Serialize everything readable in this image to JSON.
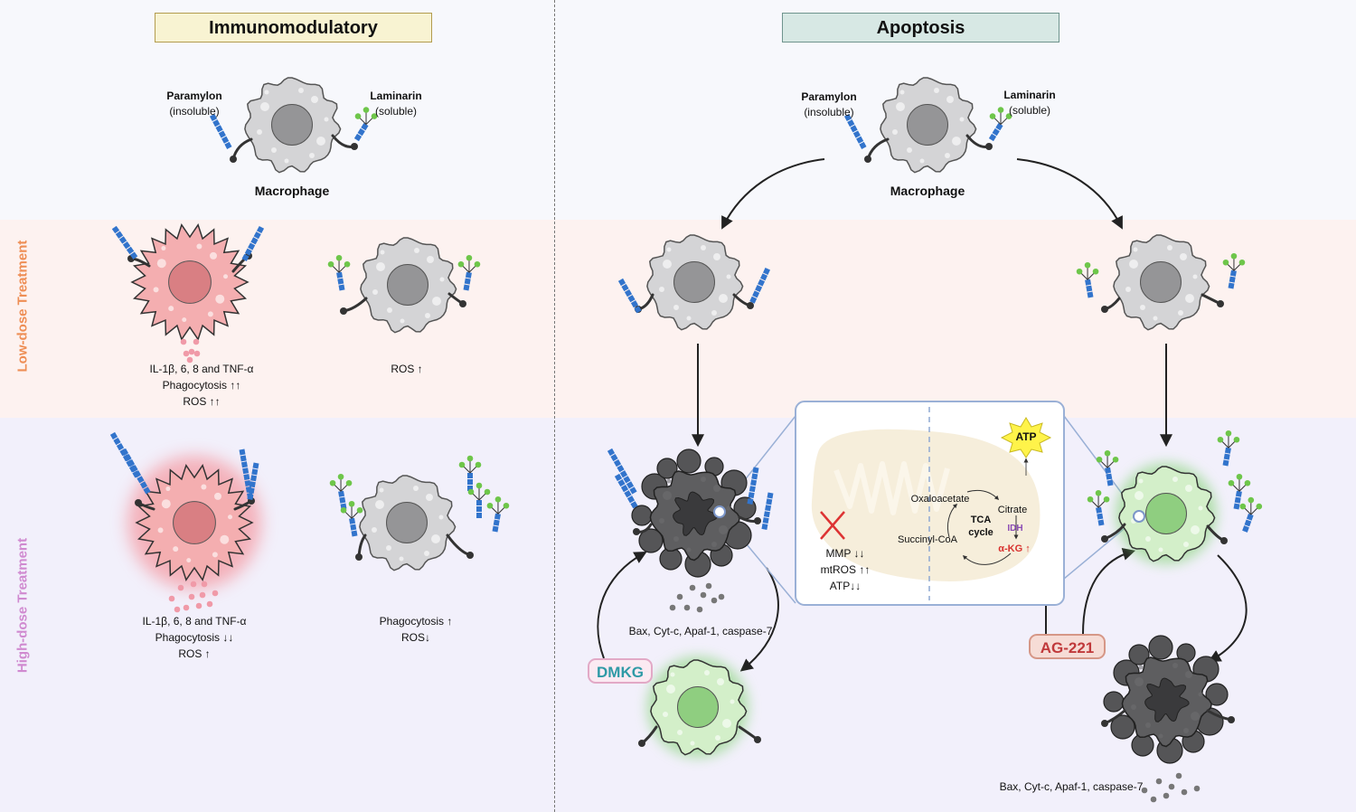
{
  "sections": {
    "immunomodulatory": "Immunomodulatory",
    "apoptosis": "Apoptosis"
  },
  "rows": {
    "low": "Low-dose Treatment",
    "high": "High-dose Treatment"
  },
  "top_left": {
    "paramylon": "Paramylon",
    "paramylon_sub": "(insoluble)",
    "laminarin": "Laminarin",
    "laminarin_sub": "(soluble)",
    "macrophage": "Macrophage"
  },
  "top_right": {
    "paramylon": "Paramylon",
    "paramylon_sub": "(insoluble)",
    "laminarin": "Laminarin",
    "laminarin_sub": "(soluble)",
    "macrophage": "Macrophage"
  },
  "low_dose": {
    "paramylon_lines": [
      "IL-1β, 6, 8 and TNF-α",
      "Phagocytosis ↑↑",
      "ROS ↑↑"
    ],
    "laminarin_lines": [
      "ROS ↑"
    ]
  },
  "high_dose": {
    "paramylon_lines": [
      "IL-1β, 6, 8 and TNF-α",
      "Phagocytosis ↓↓",
      "ROS ↑"
    ],
    "laminarin_lines": [
      "Phagocytosis ↑",
      "ROS↓"
    ]
  },
  "apoptosis": {
    "apoptotic_markers_left": "Bax, Cyt-c, Apaf-1, caspase-7",
    "apoptotic_markers_right": "Bax, Cyt-c, Apaf-1, caspase-7",
    "drug_left": "DMKG",
    "drug_right": "AG-221"
  },
  "mito_panel": {
    "left_lines": [
      "MMP ↓↓",
      "mtROS ↑↑",
      "ATP↓↓"
    ],
    "tca": [
      "TCA",
      "cycle"
    ],
    "oxaloacetate": "Oxaloacetate",
    "citrate": "Citrate",
    "idh": "IDH",
    "akg": "α-KG ↑",
    "succinyl": "Succinyl-CoA",
    "atp": "ATP"
  },
  "colors": {
    "low_band": "#fdf2f0",
    "high_band": "#f2f0fb",
    "macrophage_gray": "#d4d4d6",
    "activated_pink": "#f4aeb0",
    "green_cell": "#d3efc9",
    "dark_apoptotic": "#5e5e60",
    "glucan_blue": "#3274cc",
    "glucan_green": "#6ec64a",
    "drug_red": "#c0393b",
    "drug_teal": "#2f9aa6"
  }
}
